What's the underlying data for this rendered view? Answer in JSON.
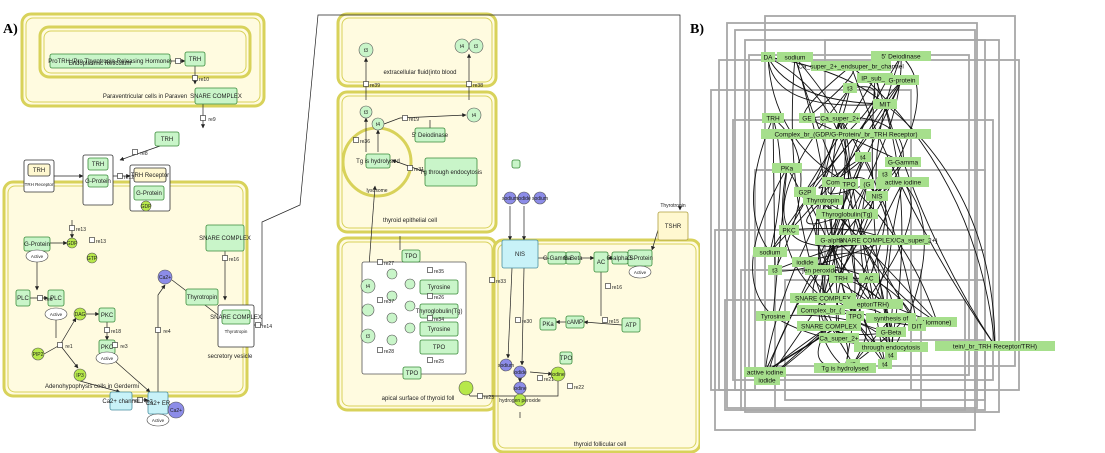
{
  "panels": {
    "a_label": "A)",
    "b_label": "B)"
  },
  "colors": {
    "compartment_fill": "#fffbe0",
    "compartment_stroke": "#d8d25a",
    "node_fill": "#c9f5c9",
    "node_stroke": "#3a8a3a",
    "small_green": "#b7e84a",
    "small_blue": "#8c8ce8",
    "cyan_node": "#c8f2f8",
    "receptor_fill": "#fff8d0",
    "b_node_fill": "#a6df8c",
    "b_box_stroke": "#a8a8a8"
  },
  "panel_a": {
    "compartments": {
      "paraventricular": "Paraventricular cells in Paraven",
      "er": "Endoplasmic Reticulum",
      "adenohypophysis": "Adenohypophysis cells in Gerdermi",
      "secretory_vesicle": "secretory vesicle",
      "extracellular": "extracellular fluid(into blood",
      "thyroid_epithelial": "thyroid epithelial cell",
      "lysosome": "lysosome",
      "apical_surface": "apical surface of thyroid foll",
      "follicular_cell": "thyroid follicular cell"
    },
    "nodes": {
      "protrh": "ProTRH (Pro Thyrotropin-Releasing Hormone)",
      "trh1": "TRH",
      "trh2": "TRH",
      "trh3": "TRH",
      "trh_receptor1": "TRH Receptor",
      "trh_receptor2": "TRH Receptor",
      "g_protein1": "G-Protein",
      "g_protein2": "G-Protein",
      "g_protein3": "G-Protein",
      "snare1": "SNARE COMPLEX",
      "snare2": "SNARE COMPLEX",
      "snare3": "SNARE COMPLEX",
      "plc1": "PLC",
      "plc2": "PLC",
      "pkc1": "PKC",
      "pkc2": "PKC",
      "thyrotropin1": "Thyrotropin",
      "thyrotropin2": "Thyrotropin",
      "gdp": "GDP",
      "gtp": "GTP",
      "dag": "DAG",
      "pip2": "PIP2",
      "ip3": "IP3",
      "ca_channel": "Ca2+ channel",
      "ca_er": "Ca2+ ER",
      "ca1": "Ca2+",
      "ca2": "Ca2+",
      "t3a": "t3",
      "t4a": "t4",
      "t3b": "t3",
      "t4b": "t4",
      "deiodinase": "5' Deiodinase",
      "tg_hydrolysed": "Tg is hydrolysed",
      "tg_endocytosis": "Tg through endocytosis",
      "tpo1": "TPO",
      "tpo2": "TPO",
      "tpo3": "TPO",
      "tyrosine1": "Tyrosine",
      "tyrosine2": "Tyrosine",
      "thyroglobulin": "Thyroglobulin(Tg)",
      "nis": "NIS",
      "g_gamma": "G-Gamma",
      "g_beta": "G-Beta",
      "ac": "AC",
      "g_alpha": "G-alpha S",
      "camp": "cAMP",
      "atp": "ATP",
      "pka": "PKa",
      "tshr": "TSHR",
      "iodide": "iodide",
      "sodium1": "sodium",
      "sodium2": "sodium",
      "iodine": "iodine",
      "h2o2": "hydrogen peroxide",
      "active": "Active",
      "active2": "Active",
      "active3": "Active",
      "active4": "Active"
    },
    "reactions": [
      "re10",
      "re9",
      "re8",
      "re12",
      "re13",
      "re14",
      "re15",
      "re16",
      "re1",
      "re18",
      "re3",
      "re4",
      "re17",
      "re38",
      "re39",
      "re19",
      "re31",
      "re36",
      "re27",
      "re35",
      "re37",
      "re26",
      "re34",
      "re25",
      "re28",
      "re24",
      "re33",
      "re30",
      "re21",
      "re22",
      "re20",
      "re23"
    ]
  },
  "panel_b": {
    "labels": [
      "DA",
      "sodium",
      "5' Deiodinase",
      "Ca_super_2+_endsuper_br_channel",
      "IP_sub_3",
      "G-protein",
      "t3",
      "MIT",
      "TRH",
      "GE",
      "Ca_super_2+",
      "Complex_br_(GDP/G-Protein/_br_TRH Receptor)",
      "t4",
      "G-Gamma",
      "PKa",
      "Com",
      "TPO",
      "(G",
      "Tr",
      "NIS",
      "active iodine",
      "t3",
      "G2P",
      "Thyrotropin",
      "Thyroglobulin(Tg)",
      "PKC",
      "G-alpha S",
      "SNARE COMPLEX/Ca_super_2+)",
      "sodium",
      "iodide",
      "t3",
      "jen peroxide",
      "TRH",
      "AC",
      "SNARE COMPLEX",
      "Complex_br_(",
      "eptor/TRH)",
      "Tyrosine",
      "TPO",
      "synthesis of",
      "Hormone)",
      "SNARE COMPLEX",
      "G-Beta",
      "Ca_super_2+",
      "DIT",
      "through endocytosis",
      "t4",
      "tein/_br_TRH Receptor/TRH)",
      "t3",
      "t4",
      "active iodine",
      "iodide",
      "Tg is hydrolysed"
    ]
  }
}
